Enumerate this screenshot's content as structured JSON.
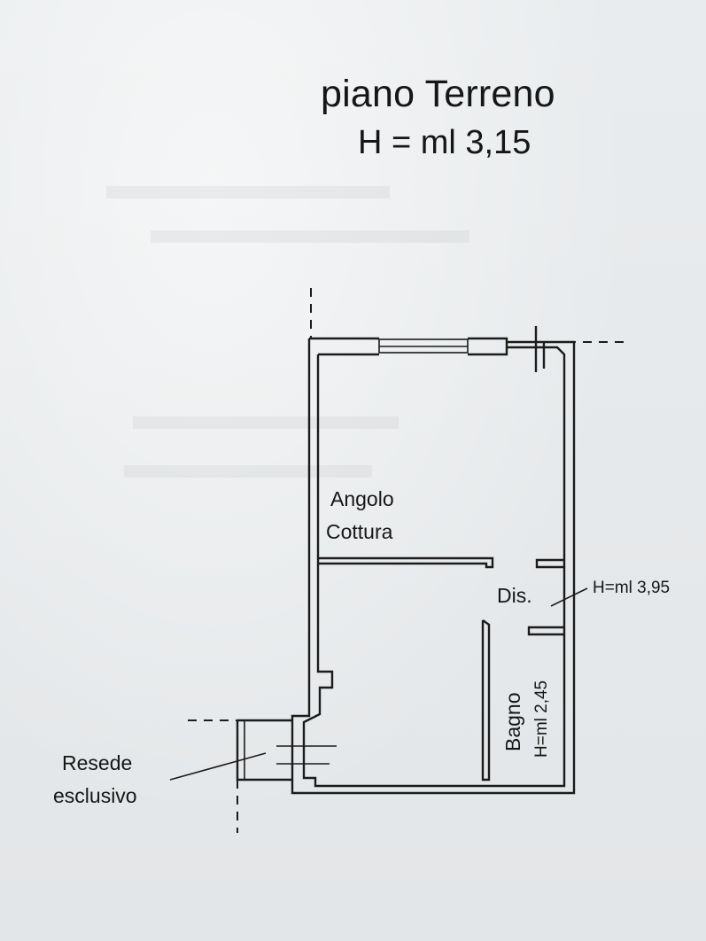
{
  "title": "piano Terreno",
  "height_main": "H = ml 3,15",
  "rooms": {
    "kitchen_line1": "Angolo",
    "kitchen_line2": "Cottura",
    "hall": "Dis.",
    "hall_height": "H=ml 3,95",
    "bathroom": "Bagno",
    "bathroom_height": "H=ml 2,45",
    "yard_line1": "Resede",
    "yard_line2": "esclusivo"
  },
  "colors": {
    "ink": "#1b1b1b",
    "paper": "#e7eaec"
  }
}
